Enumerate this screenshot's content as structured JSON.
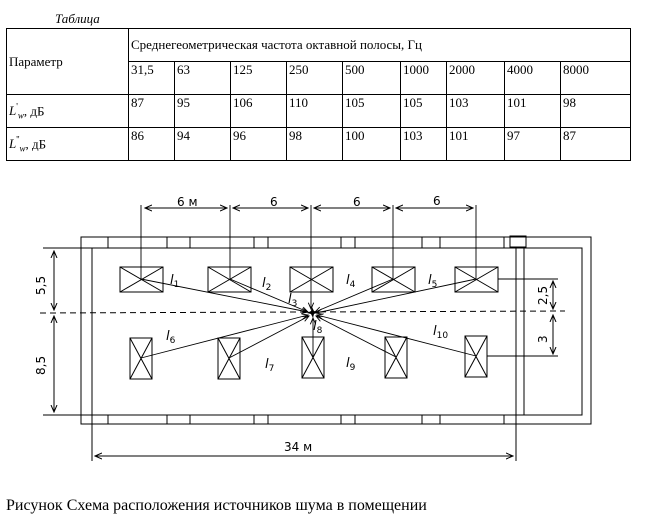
{
  "table": {
    "caption": "Таблица",
    "header_param": "Параметр",
    "header_freq": "Среднегеометрическая частота октавной полосы, Гц",
    "frequencies": [
      "31,5",
      "63",
      "125",
      "250",
      "500",
      "1000",
      "2000",
      "4000",
      "8000"
    ],
    "rows": [
      {
        "label_symbol": "L",
        "label_sub": "w",
        "label_sup": "'",
        "label_unit": ", дБ",
        "values": [
          "87",
          "95",
          "106",
          "110",
          "105",
          "105",
          "103",
          "101",
          "98"
        ]
      },
      {
        "label_symbol": "L",
        "label_sub": "w",
        "label_sup": "''",
        "label_unit": ", дБ",
        "values": [
          "86",
          "94",
          "96",
          "98",
          "100",
          "103",
          "101",
          "97",
          "87"
        ]
      }
    ]
  },
  "scheme": {
    "dim_top": [
      "6 м",
      "6",
      "6",
      "6"
    ],
    "dim_left_top": "5,5",
    "dim_left_bottom": "8,5",
    "dim_right_top": "2,5",
    "dim_right_bottom": "3",
    "dim_bottom": "34 м",
    "labels": {
      "l1": "1",
      "l2": "2",
      "l3": "3",
      "l4": "4",
      "l5": "5",
      "l6": "6",
      "l7": "7",
      "l8": "8",
      "l9": "9",
      "l10": "10"
    },
    "l_letter": "l"
  },
  "figure_caption": "Рисунок Схема расположения источников шума в помещении"
}
